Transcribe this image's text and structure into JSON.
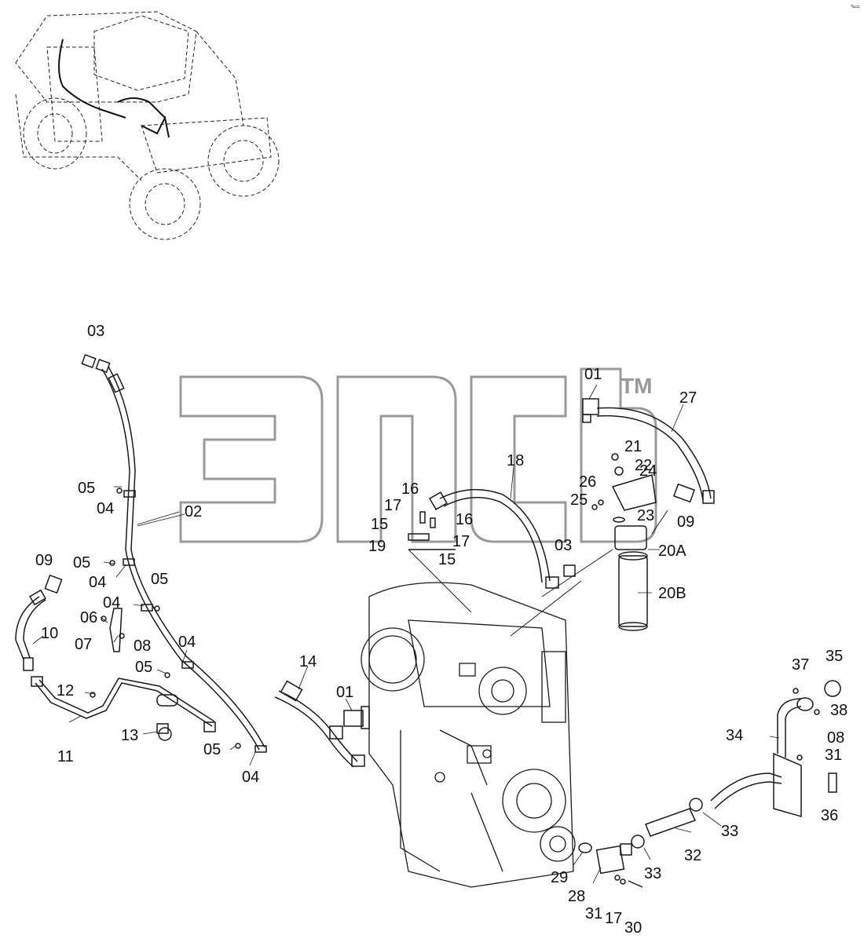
{
  "corner_mark": "✎▭",
  "watermark": {
    "text": "эпс",
    "tm": "TM"
  },
  "colors": {
    "line": "#1a1a1a",
    "watermark": "#9a9a9a"
  },
  "labels": {
    "l01a": "01",
    "l01b": "01",
    "l02": "02",
    "l03a": "03",
    "l03b": "03",
    "l04a": "04",
    "l04b": "04",
    "l04c": "04",
    "l04d": "04",
    "l04e": "04",
    "l05a": "05",
    "l05b": "05",
    "l05c": "05",
    "l05d": "05",
    "l05e": "05",
    "l06": "06",
    "l07": "07",
    "l08a": "08",
    "l08b": "08",
    "l09a": "09",
    "l09b": "09",
    "l10": "10",
    "l11": "11",
    "l12": "12",
    "l13": "13",
    "l14": "14",
    "l15a": "15",
    "l15b": "15",
    "l16a": "16",
    "l16b": "16",
    "l17a": "17",
    "l17b": "17",
    "l17c": "17",
    "l18": "18",
    "l19": "19",
    "l20A": "20A",
    "l20B": "20B",
    "l21": "21",
    "l22": "22",
    "l23": "23",
    "l24": "24",
    "l25": "25",
    "l26": "26",
    "l27": "27",
    "l28": "28",
    "l29": "29",
    "l30": "30",
    "l31a": "31",
    "l31b": "31",
    "l32": "32",
    "l33a": "33",
    "l33b": "33",
    "l34": "34",
    "l35": "35",
    "l36": "36",
    "l37": "37",
    "l38": "38"
  }
}
